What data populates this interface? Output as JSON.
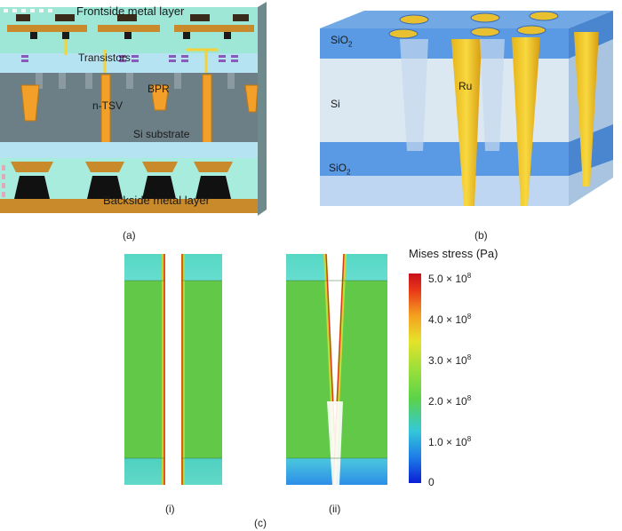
{
  "panel_a": {
    "caption": "(a)",
    "labels": {
      "frontside": "Frontside metal layer",
      "transistors": "Transistors",
      "bpr": "BPR",
      "ntsv": "n-TSV",
      "substrate": "Si substrate",
      "backside": "Backside metal layer"
    }
  },
  "panel_b": {
    "caption": "(b)",
    "labels": {
      "sio2_top": "SiO",
      "sio2_top_sub": "2",
      "si": "Si",
      "ru": "Ru",
      "sio2_bottom": "SiO",
      "sio2_bottom_sub": "2"
    }
  },
  "panel_c": {
    "caption": "(c)",
    "sub_i": "(i)",
    "sub_ii": "(ii)",
    "colorbar": {
      "title": "Mises stress (Pa)",
      "ticks": [
        {
          "mant": "5.0",
          "exp": "8",
          "value": 5.0
        },
        {
          "mant": "4.0",
          "exp": "8",
          "value": 4.0
        },
        {
          "mant": "3.0",
          "exp": "8",
          "value": 3.0
        },
        {
          "mant": "2.0",
          "exp": "8",
          "value": 2.0
        },
        {
          "mant": "1.0",
          "exp": "8",
          "value": 1.0
        },
        {
          "mant": "0",
          "exp": "",
          "value": 0
        }
      ],
      "times_sign": " × 10",
      "colors": [
        "#0a1fd4",
        "#1d7be8",
        "#35c8d8",
        "#5ad24a",
        "#9ee03a",
        "#e6e22a",
        "#f4a020",
        "#e83818",
        "#c8101c"
      ]
    }
  }
}
